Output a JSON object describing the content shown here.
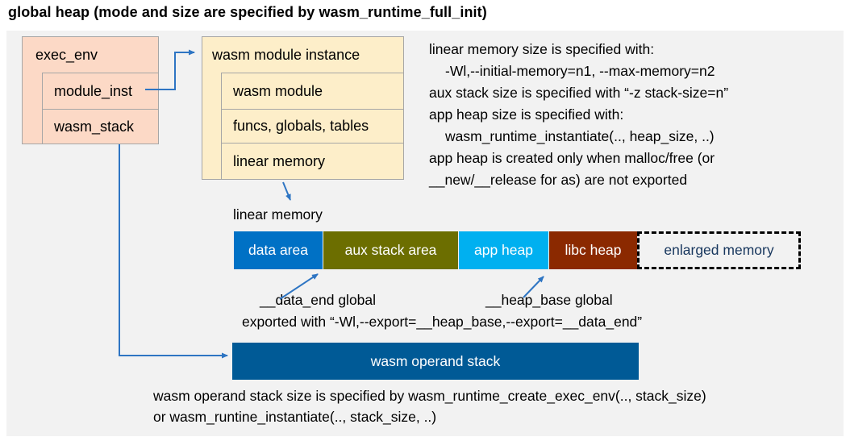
{
  "title": "global heap (mode and size are specified by wasm_runtime_full_init)",
  "exec_env": {
    "header": "exec_env",
    "rows": [
      "module_inst",
      "wasm_stack"
    ]
  },
  "module_instance": {
    "header": "wasm module instance",
    "rows": [
      "wasm module",
      "funcs, globals, tables",
      "linear memory"
    ]
  },
  "notes_right": [
    "linear memory size is specified with:",
    "-Wl,--initial-memory=n1, --max-memory=n2",
    "aux stack size is specified with “-z stack-size=n”",
    "app heap size is specified with:",
    "wasm_runtime_instantiate(.., heap_size, ..)",
    "app heap is created only when malloc/free (or",
    "__new/__release for as) are not exported"
  ],
  "linear_memory": {
    "label": "linear memory",
    "segments": [
      {
        "label": "data area",
        "bg": "#0071c5",
        "fg": "#ffffff"
      },
      {
        "label": "aux stack area",
        "bg": "#6c6e00",
        "fg": "#ffffff"
      },
      {
        "label": "app heap",
        "bg": "#00b0f0",
        "fg": "#ffffff"
      },
      {
        "label": "libc heap",
        "bg": "#8b2900",
        "fg": "#ffffff"
      },
      {
        "label": "enlarged memory",
        "bg": "transparent",
        "fg": "#17365d"
      }
    ]
  },
  "annotations": {
    "data_end": "__data_end global",
    "heap_base": "__heap_base global",
    "exported": "exported with “-Wl,--export=__heap_base,--export=__data_end”"
  },
  "operand_stack": {
    "label": "wasm operand stack",
    "note_line1": "wasm operand stack size is specified by wasm_runtime_create_exec_env(.., stack_size)",
    "note_line2": "or wasm_runtine_instantiate(.., stack_size, ..)"
  },
  "colors": {
    "panel_bg": "#f2f2f2",
    "box_pink": "#fcd9c6",
    "box_cream": "#fdeec9",
    "box_border": "#a6a6a6",
    "arrow_blue": "#2e75c3",
    "operand_stack_bg": "#005a96",
    "enlarged_text": "#17365d"
  }
}
